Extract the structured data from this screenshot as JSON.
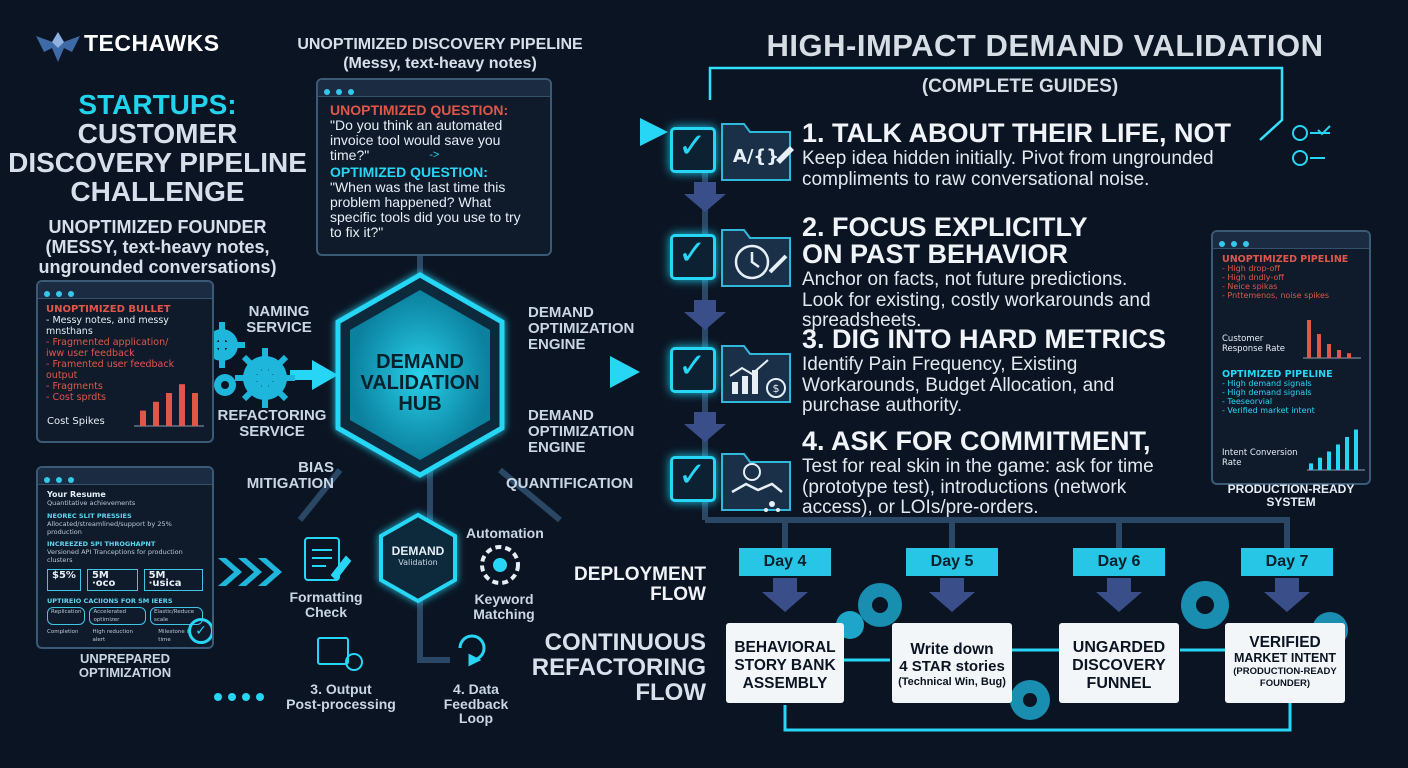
{
  "brand": {
    "name": "TECHAWKS"
  },
  "left": {
    "title_line1": "STARTUPS:",
    "title_line2": "CUSTOMER",
    "title_line3": "DISCOVERY PIPELINE",
    "title_line4": "CHALLENGE",
    "sub_line1": "UNOPTIMIZED FOUNDER",
    "sub_line2": "(MESSY, text-heavy notes,",
    "sub_line3": "ungrounded conversations)",
    "bullet_window": {
      "title": "UNOPTIMIZED BULLET",
      "lines": [
        "- Messy notes, and messy",
        "  mnsthans",
        "- Fragmented application/",
        "  iww user feedback",
        "- Framented user feedback",
        "  output",
        "- Fragments",
        "- Cost sprdts"
      ],
      "footer": "Cost Spikes",
      "bars": [
        0.35,
        0.55,
        0.75,
        0.95,
        0.75
      ]
    },
    "resume_window": {
      "title": "Your Resume",
      "sub": "Quantitative achievements",
      "h1": "NEOREC SLIT PRESSIES",
      "t1": "Allocated/streamlined/support by 25% production",
      "h2": "INCREEZED SPI THROGHAPNT",
      "t2": "Versioned API Tranceptions for production clusters",
      "chips": [
        "$5%",
        "5M ·oco",
        "5M ·usica"
      ],
      "h3": "UPTIREIO CACIIONS FOR SM IEERS",
      "pills": [
        "Replication",
        "Accelerated optimizer",
        "Elastic/Reduce scale"
      ],
      "r1": "Completion",
      "r2": "High reduction alert",
      "r3": "Milestone in time"
    },
    "footer_label_1": "UNPREPARED",
    "footer_label_2": "OPTIMIZATION"
  },
  "pipeline": {
    "header_1": "UNOPTIMIZED DISCOVERY PIPELINE",
    "header_2": "(Messy, text-heavy notes)",
    "uq_label": "UNOPTIMIZED QUESTION:",
    "uq_text_1": "\"Do you think an automated",
    "uq_text_2": "invoice tool would save you",
    "uq_text_3": "time?\"",
    "arrow": "->",
    "oq_label": "OPTIMIZED QUESTION:",
    "oq_text_1": "\"When was the last time this",
    "oq_text_2": "problem happened? What",
    "oq_text_3": "specific tools did you use to try",
    "oq_text_4": "to fix it?\""
  },
  "hub": {
    "line1": "DEMAND",
    "line2": "VALIDATION",
    "line3": "HUB",
    "naming_1": "NAMING",
    "naming_2": "SERVICE",
    "refactor_1": "REFACTORING",
    "refactor_2": "SERVICE",
    "engine_a_1": "DEMAND",
    "engine_a_2": "OPTIMIZATION",
    "engine_a_3": "ENGINE",
    "engine_b_1": "DEMAND",
    "engine_b_2": "OPTIMIZATION",
    "engine_b_3": "ENGINE",
    "bias_1": "BIAS",
    "bias_2": "MITIGATION",
    "quant": "QUANTIFICATION",
    "small_1": "DEMAND",
    "small_2": "Validation",
    "formatting_1": "Formatting",
    "formatting_2": "Check",
    "automation": "Automation",
    "keyword_1": "Keyword",
    "keyword_2": "Matching",
    "output_1": "3. Output",
    "output_2": "Post-processing",
    "data_1": "4. Data",
    "data_2": "Feedback",
    "data_3": "Loop"
  },
  "guide": {
    "title": "HIGH-IMPACT DEMAND VALIDATION",
    "subtitle": "(COMPLETE GUIDES)",
    "icon_text": "A/{}",
    "steps": [
      {
        "title_1": "1. TALK ABOUT THEIR LIFE, NOT",
        "title_2": "",
        "desc_1": "Keep idea hidden initially. Pivot from ungrounded",
        "desc_2": "compliments to raw conversational noise.",
        "desc_3": ""
      },
      {
        "title_1": "2. FOCUS EXPLICITLY",
        "title_2": "ON PAST BEHAVIOR",
        "desc_1": "Anchor on facts, not future predictions.",
        "desc_2": "Look for existing, costly workarounds and",
        "desc_3": "spreadsheets."
      },
      {
        "title_1": "3. DIG INTO HARD METRICS",
        "title_2": "",
        "desc_1": "Identify Pain Frequency, Existing",
        "desc_2": "Workarounds, Budget Allocation, and",
        "desc_3": "purchase authority."
      },
      {
        "title_1": "4. ASK FOR COMMITMENT,",
        "title_2": "",
        "desc_1": "Test for real skin in the game: ask for time",
        "desc_2": "(prototype test), introductions (network",
        "desc_3": "access), or LOIs/pre-orders."
      }
    ]
  },
  "production": {
    "unopt_title": "UNOPTIMIZED PIPELINE",
    "unopt_lines": [
      "- High drop-off",
      "- High dndly-off",
      "- Neice spikas",
      "- Pnttemenos, noise spikes"
    ],
    "unopt_metric_1": "Customer",
    "unopt_metric_2": "Response Rate",
    "unopt_bars": [
      0.95,
      0.6,
      0.35,
      0.2,
      0.12
    ],
    "opt_title": "OPTIMIZED PIPELINE",
    "opt_lines": [
      "- High demand signals",
      "- High demand signals",
      "- Teeseorvial",
      "- Verified market intent"
    ],
    "opt_metric_1": "Intent Conversion",
    "opt_metric_2": "Rate",
    "opt_bars": [
      0.15,
      0.28,
      0.42,
      0.58,
      0.75,
      0.92
    ],
    "label_1": "PRODUCTION-READY",
    "label_2": "SYSTEM"
  },
  "flows": {
    "deployment_1": "DEPLOYMENT",
    "deployment_2": "FLOW",
    "continuous_1": "CONTINUOUS",
    "continuous_2": "REFACTORING",
    "continuous_3": "FLOW"
  },
  "days": [
    {
      "tag": "Day 4",
      "l1": "BEHAVIORAL",
      "l2": "STORY BANK",
      "l3": "ASSEMBLY"
    },
    {
      "tag": "Day 5",
      "l1": "Write down",
      "l2": "4 STAR stories",
      "l3": "(Technical Win, Bug)"
    },
    {
      "tag": "Day 6",
      "l1": "UNGARDED",
      "l2": "DISCOVERY",
      "l3": "FUNNEL"
    },
    {
      "tag": "Day 7",
      "l1": "VERIFIED",
      "l2": "MARKET INTENT",
      "l3": "(PRODUCTION-READY",
      "l4": "FOUNDER)"
    }
  ],
  "colors": {
    "accent": "#27d6f5",
    "background": "#0b1422",
    "alert": "#e0574a"
  }
}
